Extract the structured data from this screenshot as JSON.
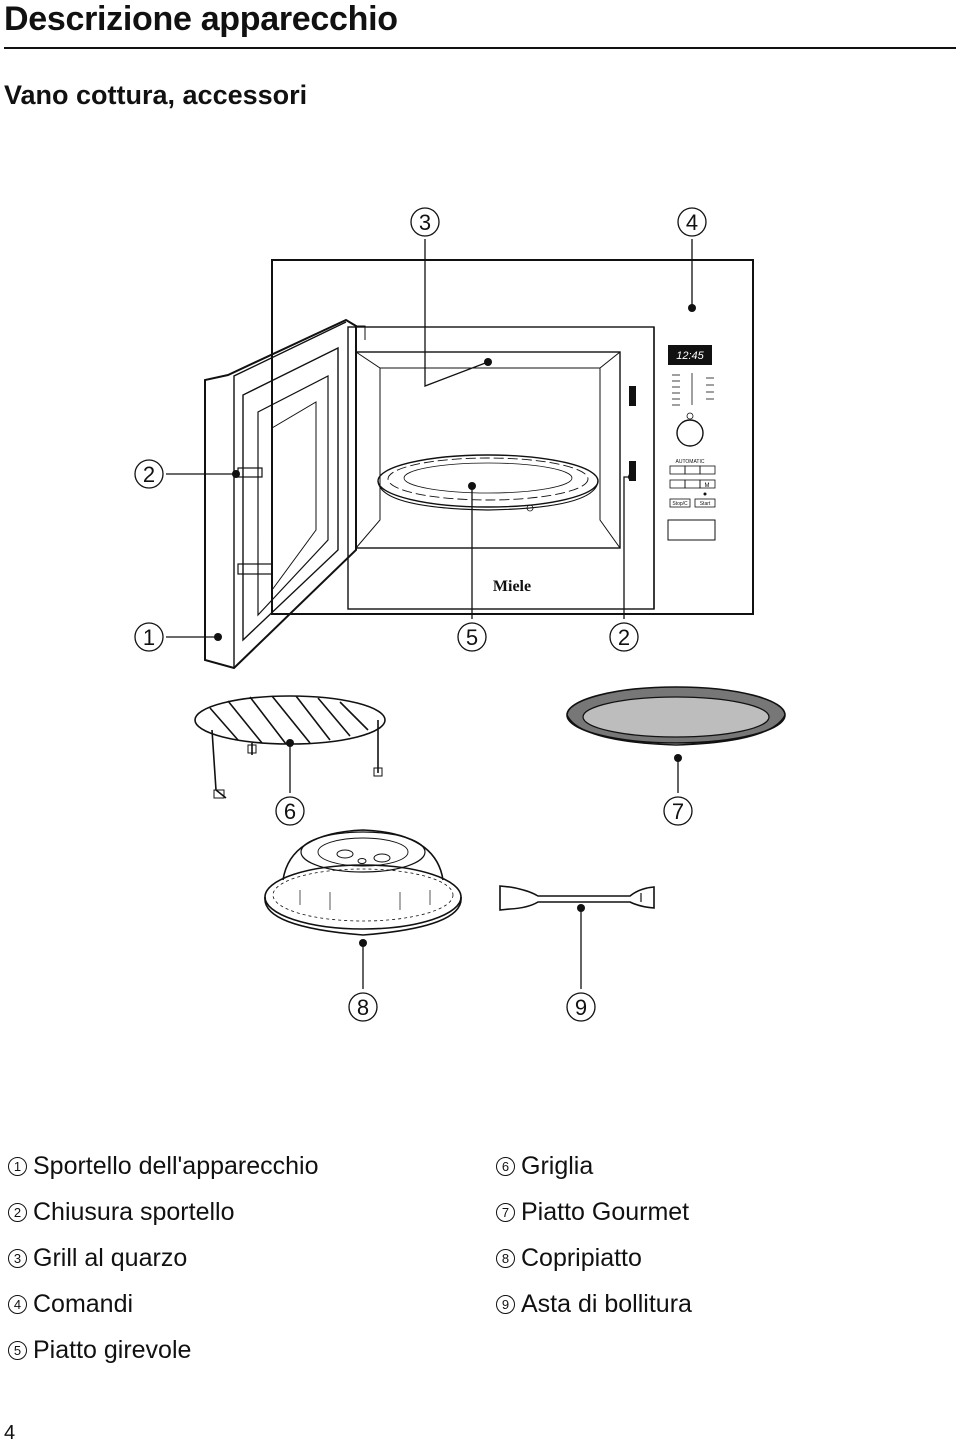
{
  "header": {
    "title": "Descrizione apparecchio",
    "subtitle": "Vano cottura, accessori"
  },
  "figure": {
    "callouts": [
      "1",
      "2",
      "3",
      "4",
      "5",
      "6",
      "7",
      "8",
      "9"
    ],
    "brand": "Miele",
    "display_time": "12:45",
    "panel_labels": {
      "automatic": "AUTOMATIC",
      "m": "M",
      "stop": "Stop/C",
      "start": "Start"
    }
  },
  "legend": {
    "left": [
      {
        "num": "1",
        "text": "Sportello dell'apparecchio"
      },
      {
        "num": "2",
        "text": "Chiusura sportello"
      },
      {
        "num": "3",
        "text": "Grill al quarzo"
      },
      {
        "num": "4",
        "text": "Comandi"
      },
      {
        "num": "5",
        "text": "Piatto girevole"
      }
    ],
    "right": [
      {
        "num": "6",
        "text": "Griglia"
      },
      {
        "num": "7",
        "text": "Piatto Gourmet"
      },
      {
        "num": "8",
        "text": "Copripiatto"
      },
      {
        "num": "9",
        "text": "Asta di bollitura"
      }
    ]
  },
  "footer": {
    "page_number": "4"
  }
}
